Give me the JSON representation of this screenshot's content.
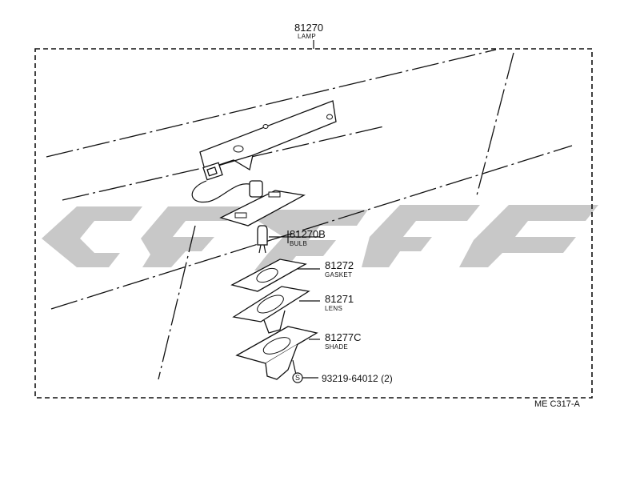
{
  "callouts": {
    "lamp": {
      "part_no": "81270",
      "name": "LAMP"
    },
    "bulb": {
      "part_no": "81270B",
      "name": "BULB"
    },
    "gasket": {
      "part_no": "81272",
      "name": "GASKET"
    },
    "lens": {
      "part_no": "81271",
      "name": "LENS"
    },
    "shade": {
      "part_no": "81277C",
      "name": "SHADE"
    },
    "screw": {
      "symbol": "S",
      "part_no": "93219-64012 (2)"
    }
  },
  "drawing_code": "ME C317-A",
  "watermark": {
    "color": "#c8c8c8"
  }
}
